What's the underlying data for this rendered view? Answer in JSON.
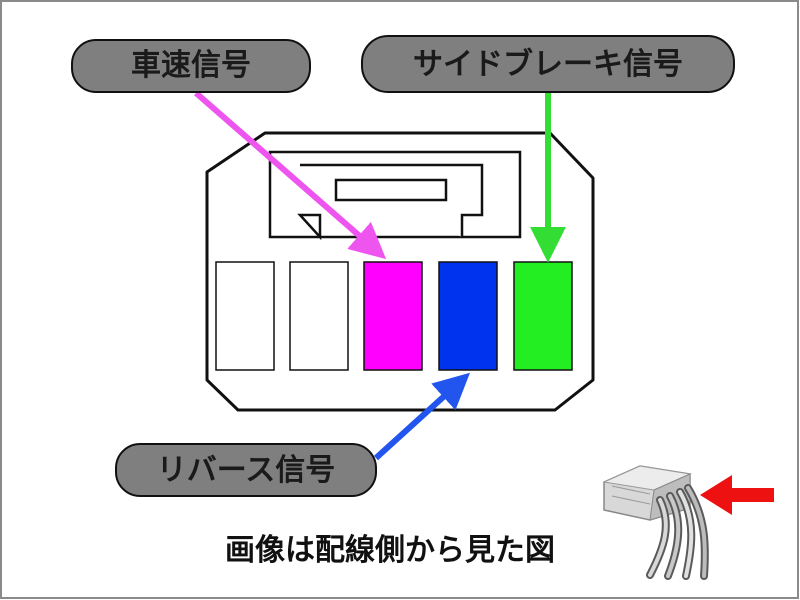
{
  "labels": {
    "vehicle_speed": "車速信号",
    "side_brake": "サイドブレーキ信号",
    "reverse": "リバース信号"
  },
  "caption": "画像は配線側から見た図",
  "colors": {
    "frame_border": "#8a8a8a",
    "pill_fill": "#7f7f7f",
    "pill_border": "#111111",
    "pin_empty": "#ffffff",
    "pin_magenta": "#ff00ff",
    "pin_blue": "#0033ee",
    "pin_green": "#22ee22",
    "arrow_magenta": "#ee55ee",
    "arrow_green": "#33dd33",
    "arrow_blue": "#2255ee",
    "arrow_red": "#ee1111"
  },
  "pins": [
    {
      "name": "pin-1",
      "color": "#ffffff"
    },
    {
      "name": "pin-2",
      "color": "#ffffff"
    },
    {
      "name": "pin-3-vehicle-speed",
      "color": "#ff00ff"
    },
    {
      "name": "pin-4-reverse",
      "color": "#0033ee"
    },
    {
      "name": "pin-5-side-brake",
      "color": "#22ee22"
    }
  ]
}
